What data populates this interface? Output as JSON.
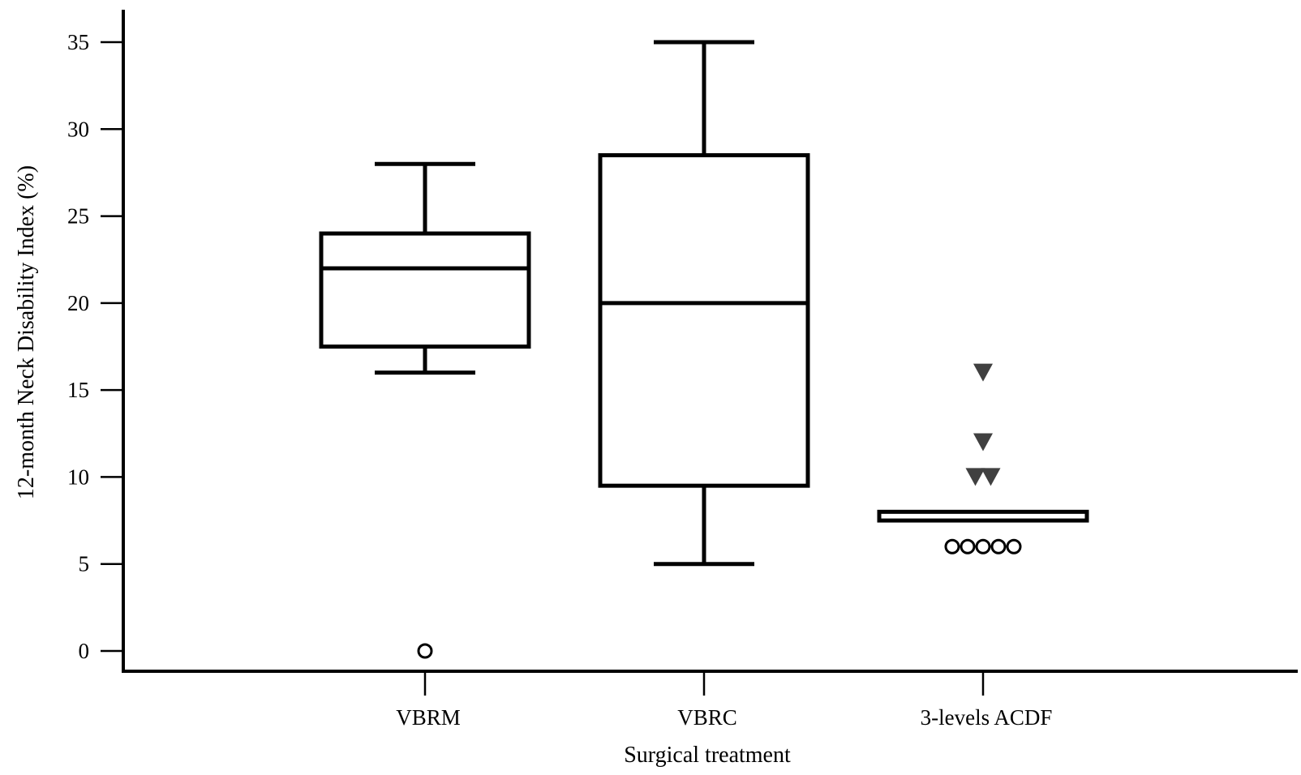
{
  "chart_data": {
    "type": "box",
    "xlabel": "Surgical treatment",
    "ylabel": "12-month Neck Disability Index (%)",
    "ylim": [
      0,
      35
    ],
    "yticks": [
      0,
      5,
      10,
      15,
      20,
      25,
      30,
      35
    ],
    "grid": false,
    "categories": [
      "VBRM",
      "VBRC",
      "3-levels ACDF"
    ],
    "boxes": [
      {
        "label": "VBRM",
        "whisker_low": 16,
        "q1": 17.5,
        "median": 22,
        "q3": 24,
        "whisker_high": 28,
        "outliers": [
          {
            "value": 0,
            "marker": "circle"
          }
        ]
      },
      {
        "label": "VBRC",
        "whisker_low": 5,
        "q1": 9.5,
        "median": 20,
        "q3": 28.5,
        "whisker_high": 35,
        "outliers": []
      },
      {
        "label": "3-levels ACDF",
        "whisker_low": 7.5,
        "q1": 7.5,
        "median": 8,
        "q3": 8,
        "whisker_high": 8,
        "outliers": [
          {
            "value": 6,
            "marker": "circle"
          },
          {
            "value": 6,
            "marker": "circle"
          },
          {
            "value": 6,
            "marker": "circle"
          },
          {
            "value": 6,
            "marker": "circle"
          },
          {
            "value": 6,
            "marker": "circle"
          },
          {
            "value": 10,
            "marker": "triangle"
          },
          {
            "value": 10,
            "marker": "triangle"
          },
          {
            "value": 12,
            "marker": "triangle"
          },
          {
            "value": 16,
            "marker": "triangle"
          }
        ]
      }
    ]
  }
}
